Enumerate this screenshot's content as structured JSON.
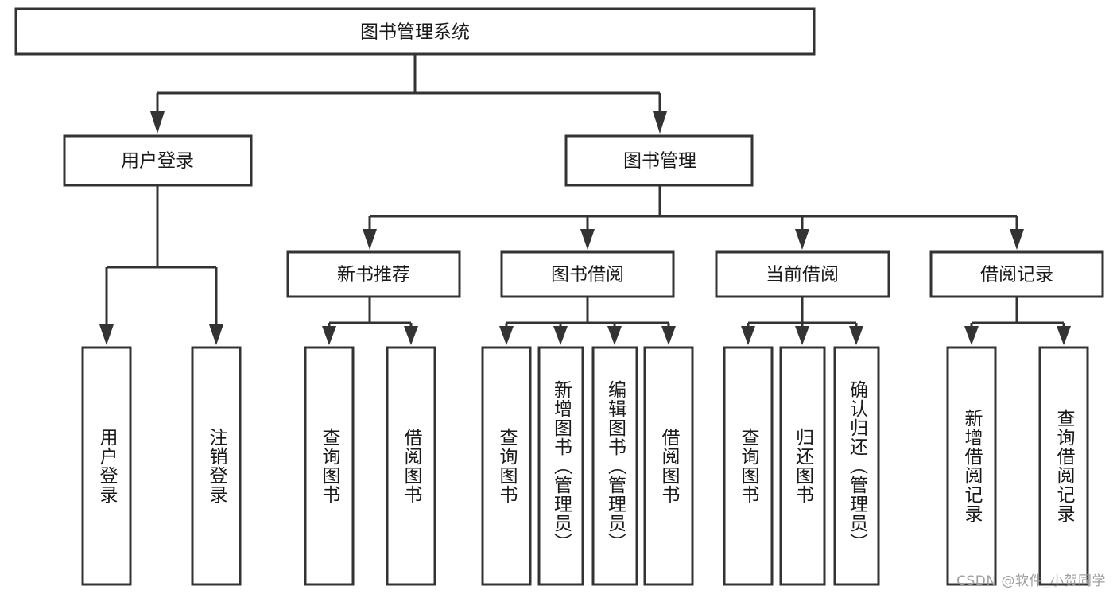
{
  "diagram": {
    "title": "图书管理系统",
    "type": "tree-hierarchy-chart",
    "root": {
      "label": "图书管理系统"
    },
    "level2": [
      {
        "label": "用户登录"
      },
      {
        "label": "图书管理"
      }
    ],
    "level3": [
      {
        "label": "新书推荐"
      },
      {
        "label": "图书借阅"
      },
      {
        "label": "当前借阅"
      },
      {
        "label": "借阅记录"
      }
    ],
    "leaves": [
      {
        "label": "用户登录"
      },
      {
        "label": "注销登录"
      },
      {
        "label": "查询图书"
      },
      {
        "label": "借阅图书"
      },
      {
        "label": "查询图书"
      },
      {
        "label": "新增图书（管理员）"
      },
      {
        "label": "编辑图书（管理员）"
      },
      {
        "label": "借阅图书"
      },
      {
        "label": "查询图书"
      },
      {
        "label": "归还图书"
      },
      {
        "label": "确认归还（管理员）"
      },
      {
        "label": "新增借阅记录"
      },
      {
        "label": "查询借阅记录"
      }
    ],
    "colors": {
      "box_fill": "#ffffff",
      "box_stroke": "#333333",
      "text": "#1a1a1a",
      "background": "#ffffff",
      "watermark": "#9a9a9a"
    }
  },
  "watermark": {
    "text": "CSDN @软件_小贺同学"
  }
}
